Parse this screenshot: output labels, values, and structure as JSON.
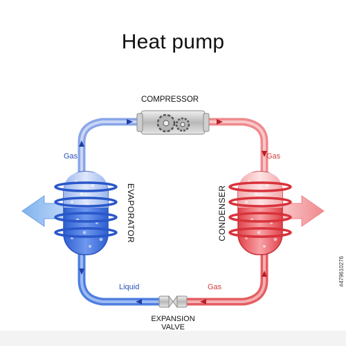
{
  "title": "Heat pump",
  "labels": {
    "compressor": "COMPRESSOR",
    "evaporator": "EVAPORATOR",
    "condenser": "CONDENSER",
    "expansion_valve_line1": "EXPANSION",
    "expansion_valve_line2": "VALVE",
    "gas_left": "Gas",
    "gas_right_top": "Gas",
    "gas_right_bottom": "Gas",
    "liquid": "Liquid"
  },
  "watermark": "#479610276",
  "colors": {
    "cold": "#3f6fd8",
    "hot": "#e8545a",
    "pipe_cold": "#8fb0ef",
    "pipe_hot": "#f28b8e"
  }
}
